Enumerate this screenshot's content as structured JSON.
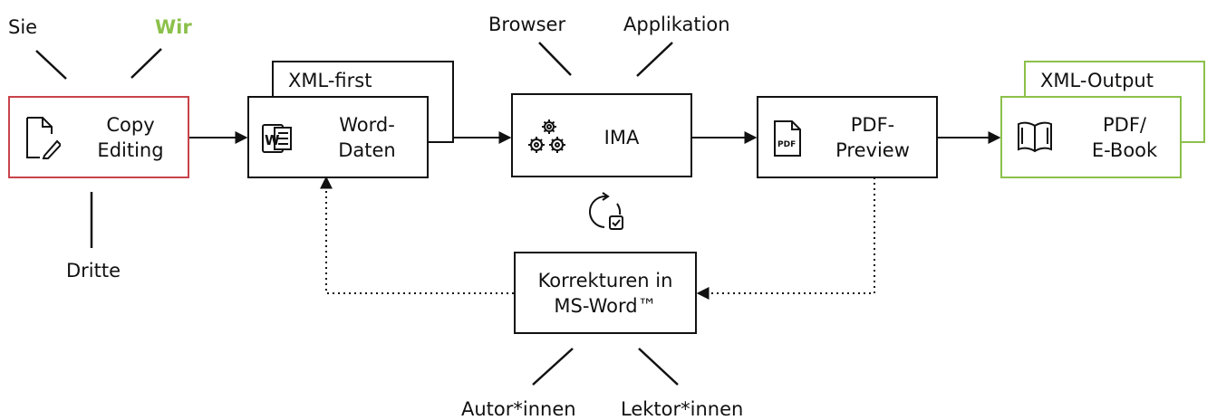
{
  "labels": {
    "sie": "Sie",
    "wir": "Wir",
    "dritte": "Dritte",
    "browser": "Browser",
    "applikation": "Applikation",
    "autor": "Autor*innen",
    "lektor": "Lektor*innen"
  },
  "tabs": {
    "xml_first": "XML-first",
    "xml_output": "XML-Output"
  },
  "nodes": {
    "copy_editing": "Copy\nEditing",
    "word_daten": "Word-\nDaten",
    "ima": "IMA",
    "pdf_preview": "PDF-\nPreview",
    "pdf_ebook": "PDF/\nE-Book",
    "korrekturen": "Korrekturen in\nMS-Word™"
  },
  "icons": {
    "copy_editing": "document-edit-icon",
    "word_daten": "word-document-icon",
    "ima": "gears-icon",
    "pdf_preview": "pdf-file-icon",
    "pdf_ebook": "open-book-icon",
    "cycle": "refresh-check-icon"
  },
  "pdf_icon_text": "PDF",
  "word_icon_text": "W",
  "colors": {
    "wir_green": "#8cc04b",
    "copy_editing_border": "#c8434b",
    "output_border": "#8cc04b",
    "stroke": "#111111"
  }
}
